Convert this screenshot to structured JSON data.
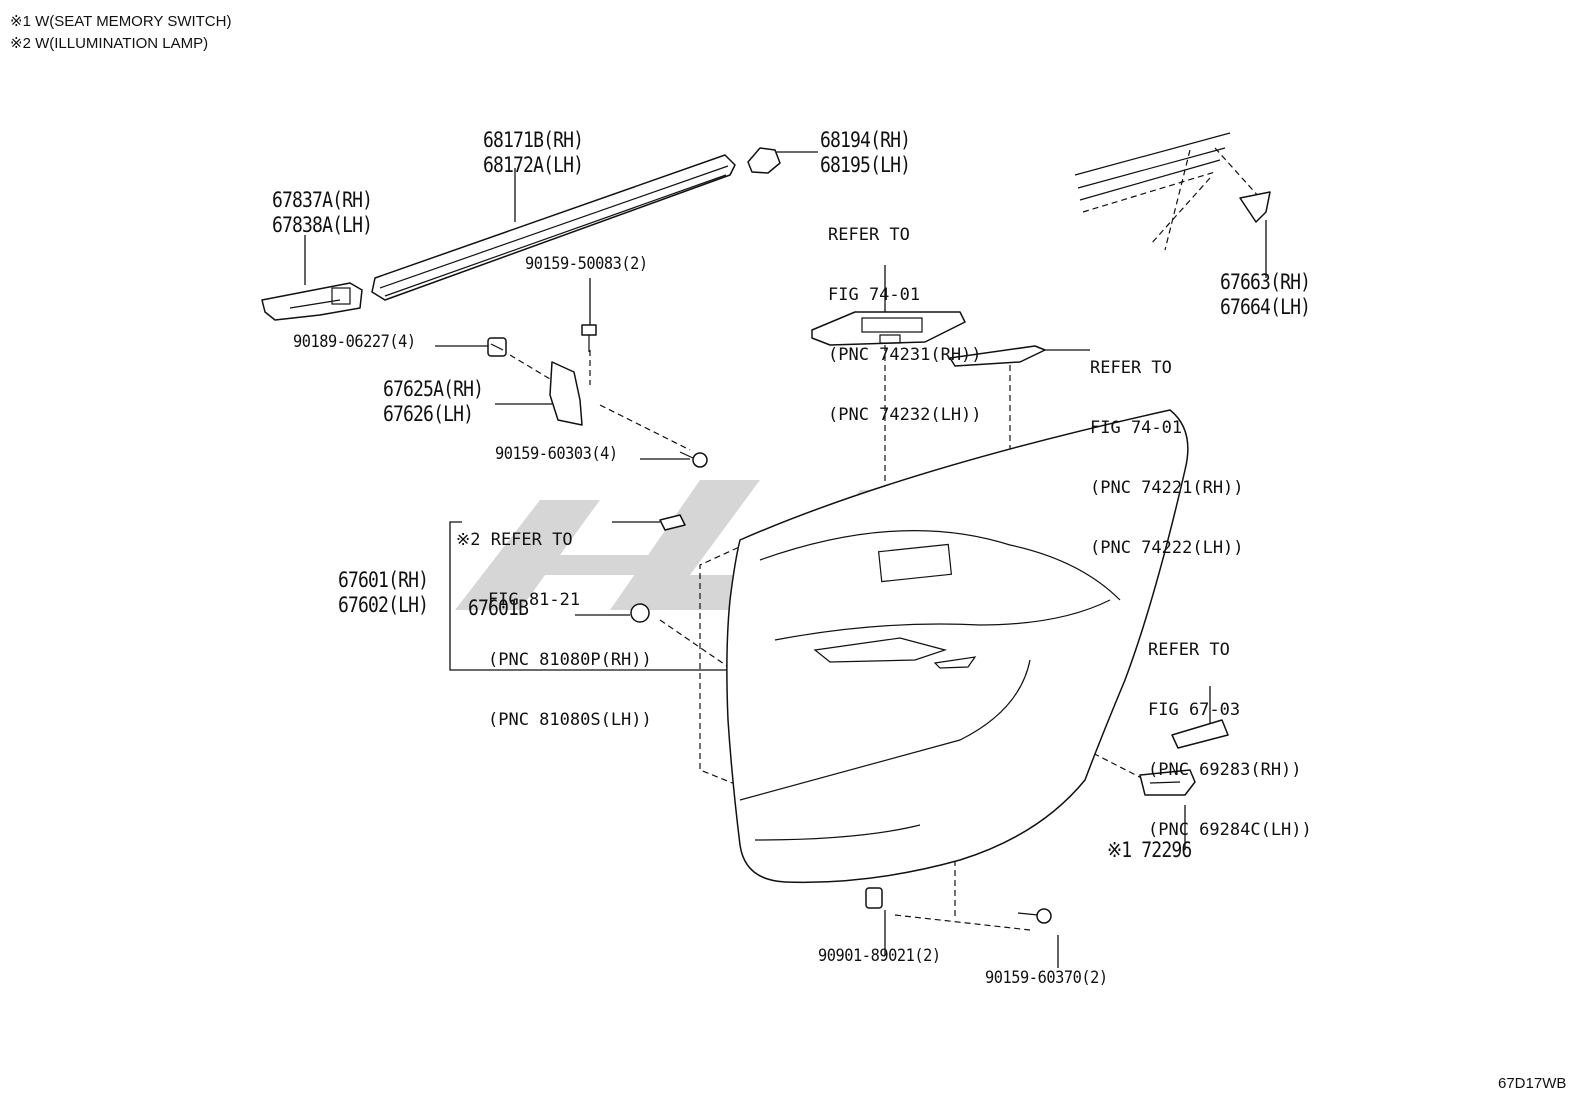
{
  "notes": {
    "n1": "※1 W(SEAT MEMORY SWITCH)",
    "n2": "※2 W(ILLUMINATION LAMP)"
  },
  "parts": {
    "p68171": [
      "68171B(RH)",
      "68172A(LH)"
    ],
    "p68194": [
      "68194(RH)",
      "68195(LH)"
    ],
    "p67837": [
      "67837A(RH)",
      "67838A(LH)"
    ],
    "p67663": [
      "67663(RH)",
      "67664(LH)"
    ],
    "p67625": [
      "67625A(RH)",
      "67626(LH)"
    ],
    "p67601": [
      "67601(RH)",
      "67602(LH)"
    ],
    "p67601b": "67601B",
    "p72296": "※1 72296",
    "p90159_50083": "90159-50083(2)",
    "p90189": "90189-06227(4)",
    "p90159_60303": "90159-60303(4)",
    "p90901": "90901-89021(2)",
    "p90159_60370": "90159-60370(2)"
  },
  "refs": {
    "r1": [
      "REFER TO",
      "FIG 74-01",
      "(PNC 74231(RH))",
      "(PNC 74232(LH))"
    ],
    "r2": [
      "REFER TO",
      "FIG 74-01",
      "(PNC 74221(RH))",
      "(PNC 74222(LH))"
    ],
    "r3": [
      "※2 REFER TO",
      "FIG 81-21",
      "(PNC 81080P(RH))",
      "(PNC 81080S(LH))"
    ],
    "r4": [
      "REFER TO",
      "FIG 67-03",
      "(PNC 69283(RH))",
      "(PNC 69284C(LH))"
    ]
  },
  "diagram_code": "67D17WB",
  "colors": {
    "ink": "#111111",
    "watermark": "#cfcfcf"
  }
}
